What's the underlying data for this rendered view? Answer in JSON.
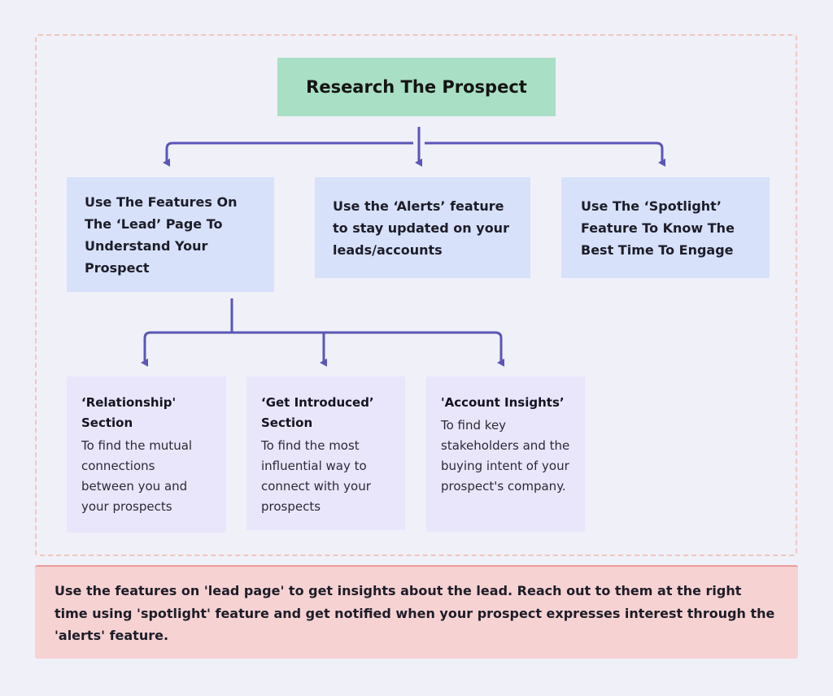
{
  "root": {
    "title": "Research The Prospect"
  },
  "features": [
    {
      "text": "Use The Features On The ‘Lead’ Page To Understand Your Prospect"
    },
    {
      "text": "Use the ‘Alerts’ feature to stay updated on your leads/accounts"
    },
    {
      "text": "Use The ‘Spotlight’ Feature To Know The Best Time To Engage"
    }
  ],
  "sections": [
    {
      "heading": "‘Relationship' Section",
      "description": "To find the mutual connections between you and your prospects"
    },
    {
      "heading": "‘Get Introduced’ Section",
      "description": "To find the most influential way to connect with your prospects"
    },
    {
      "heading": "'Account Insights’",
      "description": "To find key stakeholders and the buying intent of your prospect's company."
    }
  ],
  "summary": {
    "text": "Use the features on 'lead page' to get insights about the lead. Reach out to them at the right time using 'spotlight' feature and get notified when your prospect expresses interest through the 'alerts' feature."
  },
  "colors": {
    "connector": "#5b56b7",
    "root_fill": "#a9dfc4",
    "feature_fill": "#d7e1fa",
    "section_fill": "#e9e6fb",
    "summary_fill": "#f6d2d3",
    "frame_border": "#f0c6bf"
  }
}
